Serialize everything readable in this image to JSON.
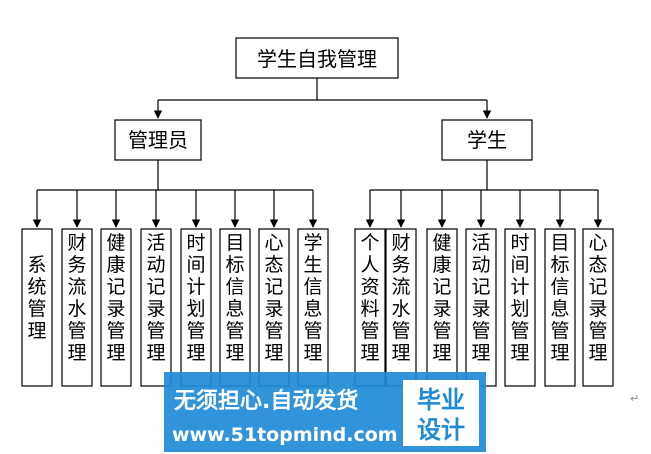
{
  "root": {
    "label": "学生自我管理"
  },
  "branches": [
    {
      "label": "管理员",
      "children": [
        "系统管理",
        "财务流水管理",
        "健康记录管理",
        "活动记录管理",
        "时间计划管理",
        "目标信息管理",
        "心态记录管理",
        "学生信息管理"
      ]
    },
    {
      "label": "学生",
      "children": [
        "个人资料管理",
        "财务流水管理",
        "健康记录管理",
        "活动记录管理",
        "时间计划管理",
        "目标信息管理",
        "心态记录管理"
      ]
    }
  ],
  "watermark": {
    "line1": "无须担心.自动发货",
    "line2": "www.51topmind.com",
    "badge_line1": "毕业",
    "badge_line2": "设计"
  },
  "paragraph_mark": "↵",
  "colors": {
    "line": "#000000",
    "watermark_bg": "#1f8ad6",
    "badge_bg": "#ffffff"
  }
}
